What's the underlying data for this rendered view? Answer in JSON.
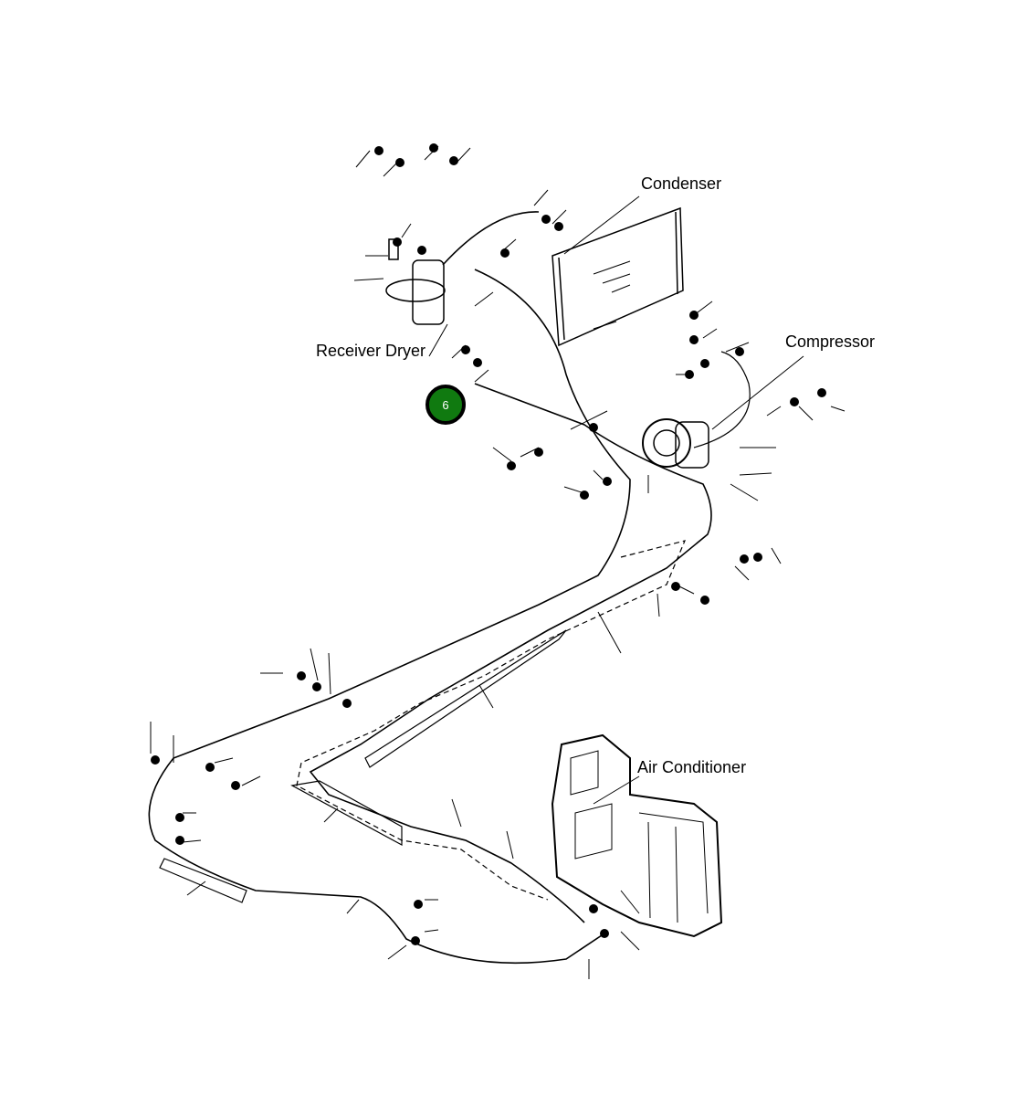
{
  "labels": {
    "condenser": "Condenser",
    "compressor": "Compressor",
    "receiver_dryer": "Receiver Dryer",
    "air_conditioner": "Air Conditioner"
  },
  "hotspot": {
    "number": "6",
    "color": "#107a10"
  }
}
